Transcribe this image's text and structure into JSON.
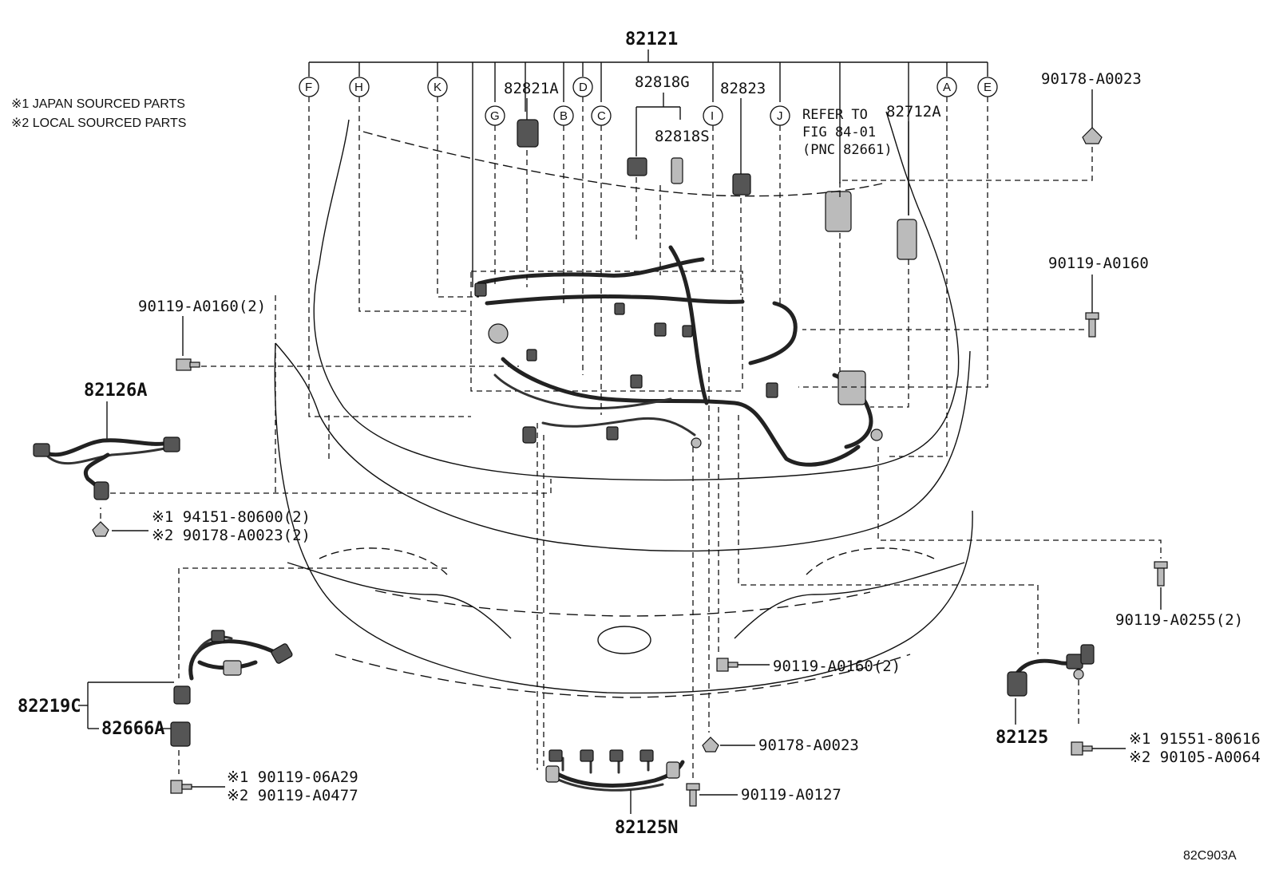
{
  "title": "82121",
  "notes": [
    "※1 JAPAN SOURCED PARTS",
    "※2 LOCAL SOURCED PARTS"
  ],
  "refer": [
    "REFER TO",
    "FIG 84-01",
    "(PNC 82661)"
  ],
  "letters": [
    "F",
    "H",
    "K",
    "G",
    "82821A",
    "B",
    "D",
    "C",
    "I",
    "J",
    "A",
    "E"
  ],
  "connector_letters": {
    "F": "F",
    "H": "H",
    "K": "K",
    "G": "G",
    "B": "B",
    "D": "D",
    "C": "C",
    "I": "I",
    "J": "J",
    "A": "A",
    "E": "E"
  },
  "parts": {
    "p82821A": "82821A",
    "p82818G": "82818G",
    "p82818S": "82818S",
    "p82823": "82823",
    "p82712A": "82712A",
    "p90178_top": "90178-A0023",
    "p90119_right": "90119-A0160",
    "p90119_left": "90119-A0160(2)",
    "p82126A": "82126A",
    "p94151": "※1 94151-80600(2)",
    "p90178_2": "※2 90178-A0023(2)",
    "p90119_0255": "90119-A0255(2)",
    "p90119_0160_bottom": "90119-A0160(2)",
    "p82219C": "82219C",
    "p82666A": "82666A",
    "p90119_06A29": "※1 90119-06A29",
    "p90119_0477": "※2 90119-A0477",
    "p90178_bottom": "90178-A0023",
    "p90119_0127": "90119-A0127",
    "p82125N": "82125N",
    "p82125": "82125",
    "p91551": "※1 91551-80616",
    "p90105": "※2 90105-A0064"
  },
  "figure_code": "82C903A"
}
